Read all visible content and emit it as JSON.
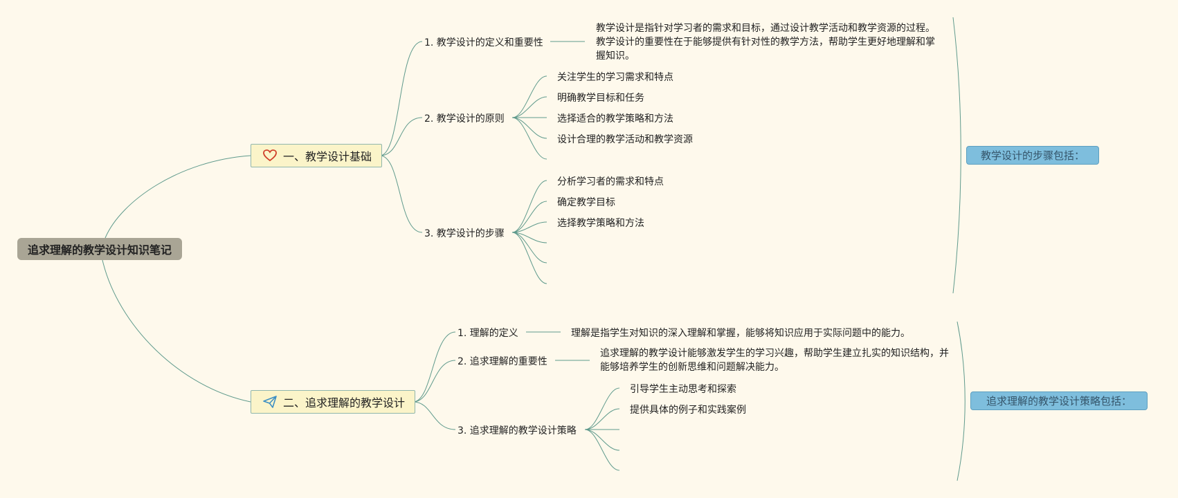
{
  "root": {
    "label": "追求理解的教学设计知识笔记"
  },
  "branches": [
    {
      "label": "一、教学设计基础",
      "icon": "heart-icon",
      "icon_color": "#d0402a",
      "subtopics": [
        {
          "label": "1. 教学设计的定义和重要性",
          "text": "教学设计是指针对学习者的需求和目标，通过设计教学活动和教学资源的过程。教学设计的重要性在于能够提供有针对性的教学方法，帮助学生更好地理解和掌握知识。"
        },
        {
          "label": "2. 教学设计的原则",
          "items": [
            "关注学生的学习需求和特点",
            "明确教学目标和任务",
            "选择适合的教学策略和方法",
            "设计合理的教学活动和教学资源",
            ""
          ]
        },
        {
          "label": "3. 教学设计的步骤",
          "items": [
            "分析学习者的需求和特点",
            "确定教学目标",
            "选择教学策略和方法",
            "",
            "",
            ""
          ]
        }
      ],
      "summary": "教学设计的步骤包括："
    },
    {
      "label": "二、追求理解的教学设计",
      "icon": "paper-plane-icon",
      "icon_color": "#3c8fc4",
      "subtopics": [
        {
          "label": "1. 理解的定义",
          "text": "理解是指学生对知识的深入理解和掌握，能够将知识应用于实际问题中的能力。"
        },
        {
          "label": "2. 追求理解的重要性",
          "text": "追求理解的教学设计能够激发学生的学习兴趣，帮助学生建立扎实的知识结构，并能够培养学生的创新思维和问题解决能力。"
        },
        {
          "label": "3. 追求理解的教学设计策略",
          "items": [
            "引导学生主动思考和探索",
            "提供具体的例子和实践案例",
            "",
            "",
            ""
          ]
        }
      ],
      "summary": "追求理解的教学设计策略包括："
    }
  ],
  "colors": {
    "line": "#5f9a8c",
    "background": "#fef9ec",
    "summary_bg": "#7ebedd"
  }
}
